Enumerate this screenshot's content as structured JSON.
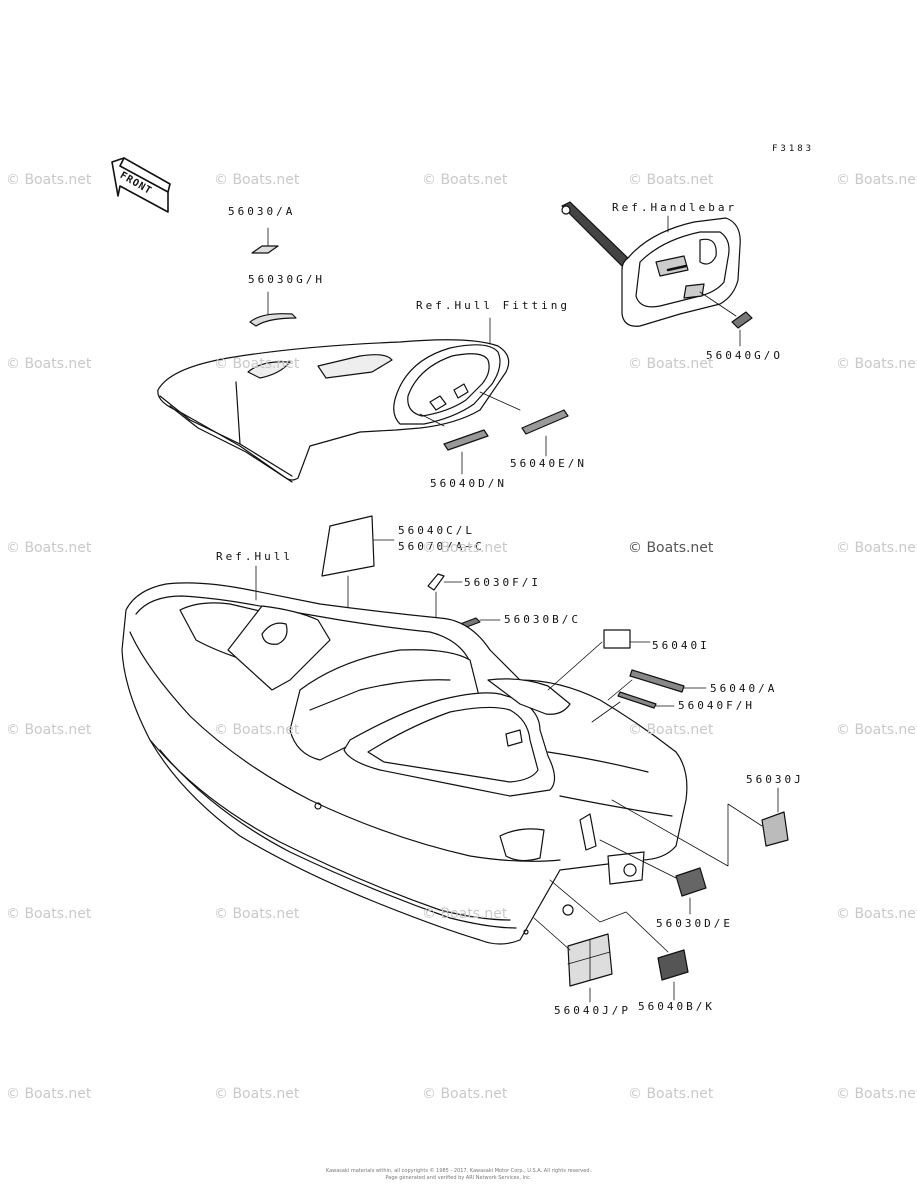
{
  "figure_code": "F3183",
  "front_arrow_label": "FRONT",
  "labels": {
    "p56030_a": "56030/A",
    "p56030_gh": "56030G/H",
    "ref_hull_fitting": "Ref.Hull Fitting",
    "ref_handlebar": "Ref.Handlebar",
    "p56040_go": "56040G/O",
    "p56040_dn": "56040D/N",
    "p56040_en": "56040E/N",
    "p56040_cl": "56040C/L",
    "p56070_ac": "56070/A~C",
    "ref_hull": "Ref.Hull",
    "p56030_fi": "56030F/I",
    "p56030_bc": "56030B/C",
    "p56040_i": "56040I",
    "p56040_a": "56040/A",
    "p56040_fh": "56040F/H",
    "p56030_j": "56030J",
    "p56030_de": "56030D/E",
    "p56040_jp": "56040J/P",
    "p56040_bk": "56040B/K"
  },
  "watermark": "© Boats.net",
  "footer": {
    "line1": "Kawasaki materials within, all copyrights © 1985 - 2017, Kawasaki Motor Corp., U.S.A. All rights reserved.",
    "line2": "Page generated and verified by ARI Network Services, Inc."
  }
}
